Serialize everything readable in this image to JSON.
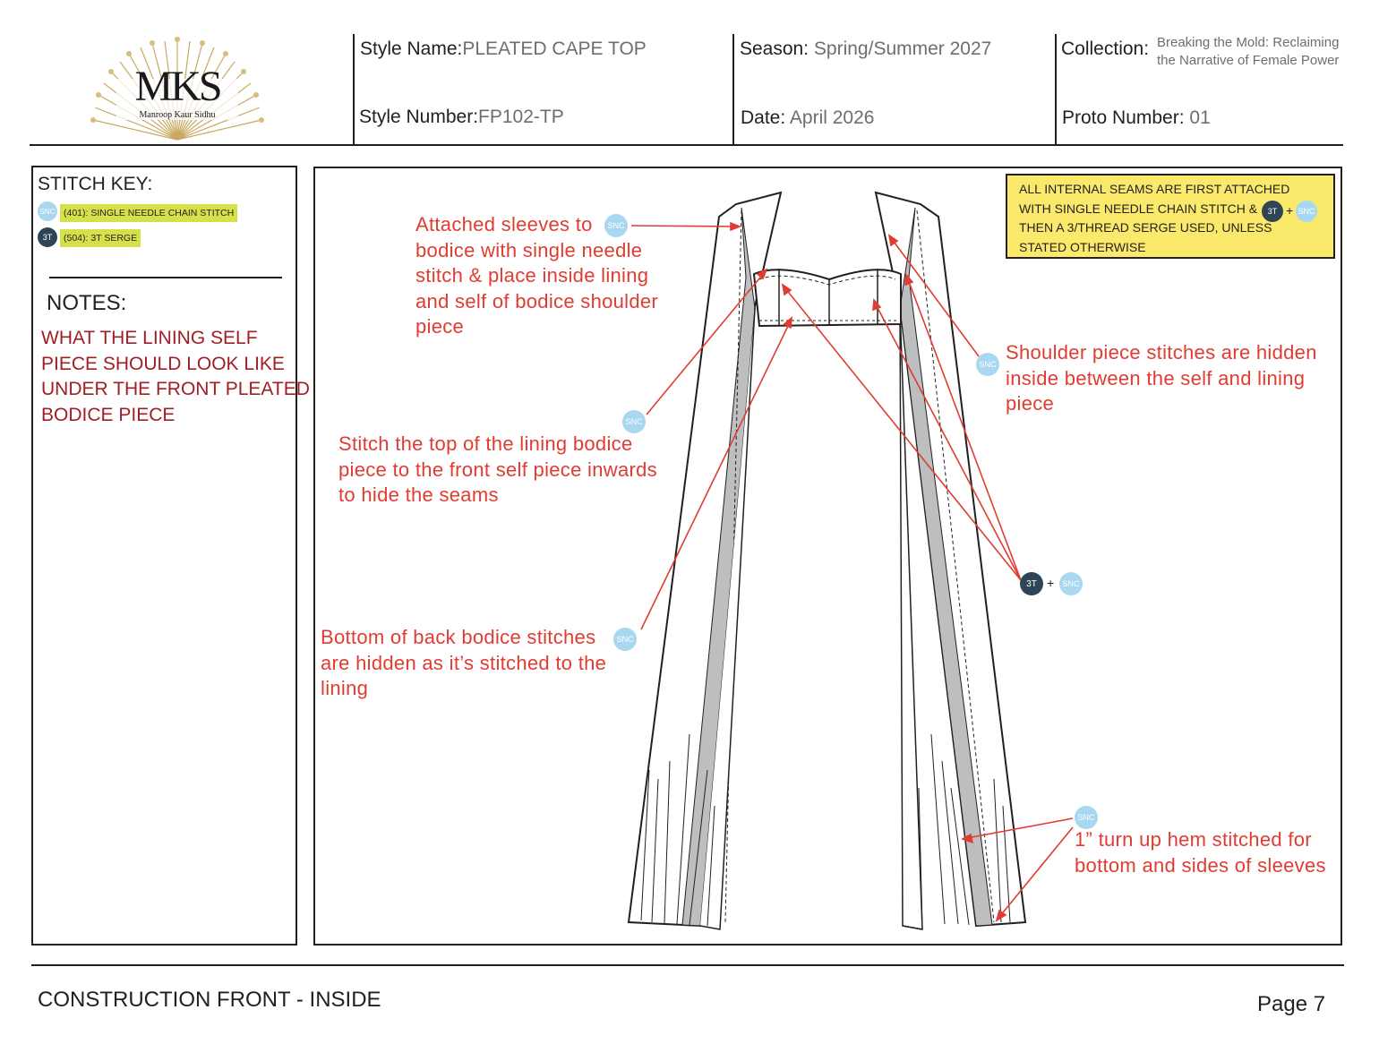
{
  "header": {
    "logo_monogram": "MKS",
    "logo_name": "Manroop Kaur Sidhu",
    "style_name_label": "Style Name:",
    "style_name": "PLEATED CAPE TOP",
    "style_number_label": "Style Number:",
    "style_number": "FP102-TP",
    "season_label": "Season:",
    "season": "Spring/Summer 2027",
    "date_label": "Date:",
    "date": "April 2026",
    "collection_label": "Collection:",
    "collection_line1": "Breaking the Mold: Reclaiming",
    "collection_line2": "the Narrative of Female Power",
    "proto_label": "Proto Number:",
    "proto": "01"
  },
  "stitch_key": {
    "title": "STITCH KEY:",
    "items": [
      {
        "badge": "SNC",
        "label": "(401): SINGLE NEEDLE CHAIN STITCH"
      },
      {
        "badge": "3T",
        "label": "(504): 3T SERGE"
      }
    ]
  },
  "notes": {
    "title": "NOTES:",
    "lines": [
      "WHAT THE LINING SELF",
      "PIECE SHOULD LOOK LIKE",
      "UNDER THE FRONT PLEATED",
      "BODICE PIECE"
    ]
  },
  "internal_note": {
    "lines": [
      "ALL INTERNAL SEAMS ARE FIRST ATTACHED",
      "WITH SINGLE NEEDLE CHAIN STITCH &",
      "THEN A 3/THREAD SERGE USED, UNLESS",
      "STATED OTHERWISE"
    ],
    "badge1": "3T",
    "plus": "+",
    "badge2": "SNC"
  },
  "callouts": {
    "sleeves": [
      "Attached sleeves to",
      "bodice with single needle",
      "stitch & place inside lining",
      "and self of bodice shoulder",
      "piece"
    ],
    "lining_top": [
      "Stitch the top of the lining bodice",
      "piece to the front self piece inwards",
      "to hide the seams"
    ],
    "back_bodice": [
      "Bottom of back bodice stitches",
      "are hidden as it’s stitched to the",
      "lining"
    ],
    "shoulder": [
      "Shoulder piece stitches are hidden",
      "inside between the self and lining",
      "piece"
    ],
    "hem": [
      "1” turn up hem stitched for",
      "bottom and sides of sleeves"
    ],
    "badge_snc": "SNC",
    "badge_3t": "3T",
    "plus": "+"
  },
  "footer": {
    "title": "CONSTRUCTION FRONT - INSIDE",
    "page": "Page 7"
  },
  "colors": {
    "annotation_red": "#e03c31",
    "notes_red": "#a01e24",
    "snc_blue": "#a8d8f0",
    "serge_navy": "#2f4556",
    "key_green": "#d6e04a",
    "note_yellow": "#fbe96b",
    "lining_gray": "#bcbec0"
  }
}
